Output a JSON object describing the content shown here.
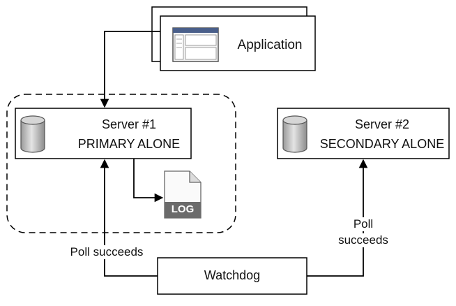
{
  "application": {
    "label": "Application",
    "icon": "application-window-icon"
  },
  "server1": {
    "name": "Server #1",
    "state": "PRIMARY ALONE",
    "icon": "database-cylinder-icon"
  },
  "server2": {
    "name": "Server #2",
    "state": "SECONDARY ALONE",
    "icon": "database-cylinder-icon"
  },
  "log": {
    "label": "LOG",
    "icon": "log-file-icon"
  },
  "watchdog": {
    "label": "Watchdog"
  },
  "poll_left": {
    "label": "Poll succeeds"
  },
  "poll_right": {
    "line1": "Poll",
    "line2": "succeeds"
  },
  "colors": {
    "stroke": "#000000",
    "cylinder": "#c9c9c9",
    "log_band": "#6b6b6b",
    "window_bar": "#4a5f8a"
  }
}
